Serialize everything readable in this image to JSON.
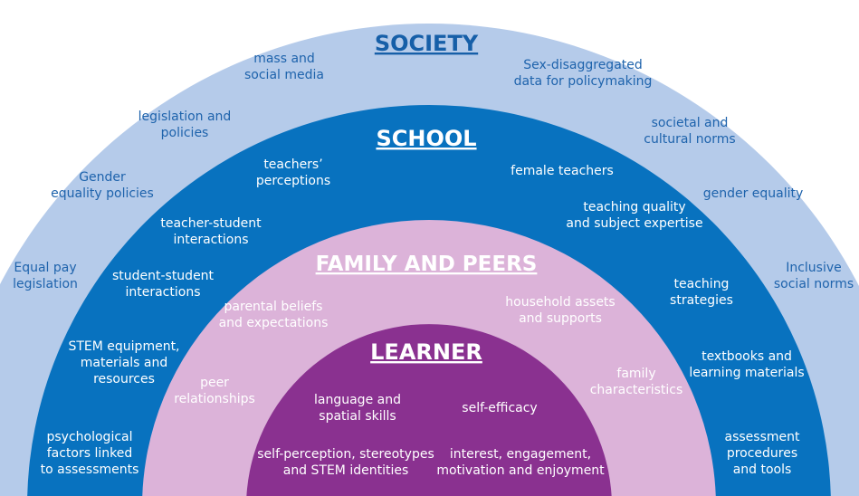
{
  "colors": {
    "society_ring": "#b5cbea",
    "school_ring": "#0872bf",
    "family_ring": "#dcb3d9",
    "learner_ring": "#8a3190",
    "society_text": "#1e63ac",
    "title_dark": "#165fa8"
  },
  "society": {
    "title": "SOCIETY",
    "items": [
      [
        "mass and",
        "social media"
      ],
      [
        "Sex-disaggregated",
        "data for policymaking"
      ],
      [
        "legislation and",
        "policies"
      ],
      [
        "societal and",
        "cultural norms"
      ],
      [
        "Gender",
        "equality policies"
      ],
      [
        "gender equality"
      ],
      [
        "Equal pay",
        "legislation"
      ],
      [
        "Inclusive",
        "social norms"
      ]
    ]
  },
  "school": {
    "title": "SCHOOL",
    "items": [
      [
        "teachers’",
        "perceptions"
      ],
      [
        "female teachers"
      ],
      [
        "teaching quality",
        "and subject expertise"
      ],
      [
        "teacher-student",
        "interactions"
      ],
      [
        "student-student",
        "interactions"
      ],
      [
        "teaching",
        "strategies"
      ],
      [
        "STEM equipment,",
        "materials and",
        "resources"
      ],
      [
        "textbooks and",
        "learning materials"
      ],
      [
        "psychological",
        "factors linked",
        "to assessments"
      ],
      [
        "assessment",
        "procedures",
        "and tools"
      ]
    ]
  },
  "family": {
    "title": "FAMILY AND PEERS",
    "items": [
      [
        "parental beliefs",
        "and expectations"
      ],
      [
        "household assets",
        "and supports"
      ],
      [
        "peer",
        "relationships"
      ],
      [
        "family",
        "characteristics"
      ]
    ]
  },
  "learner": {
    "title": "LEARNER",
    "items": [
      [
        "language and",
        "spatial skills"
      ],
      [
        "self-efficacy"
      ],
      [
        "self-perception, stereotypes",
        "and STEM identities"
      ],
      [
        "interest, engagement,",
        "motivation and enjoyment"
      ]
    ]
  }
}
